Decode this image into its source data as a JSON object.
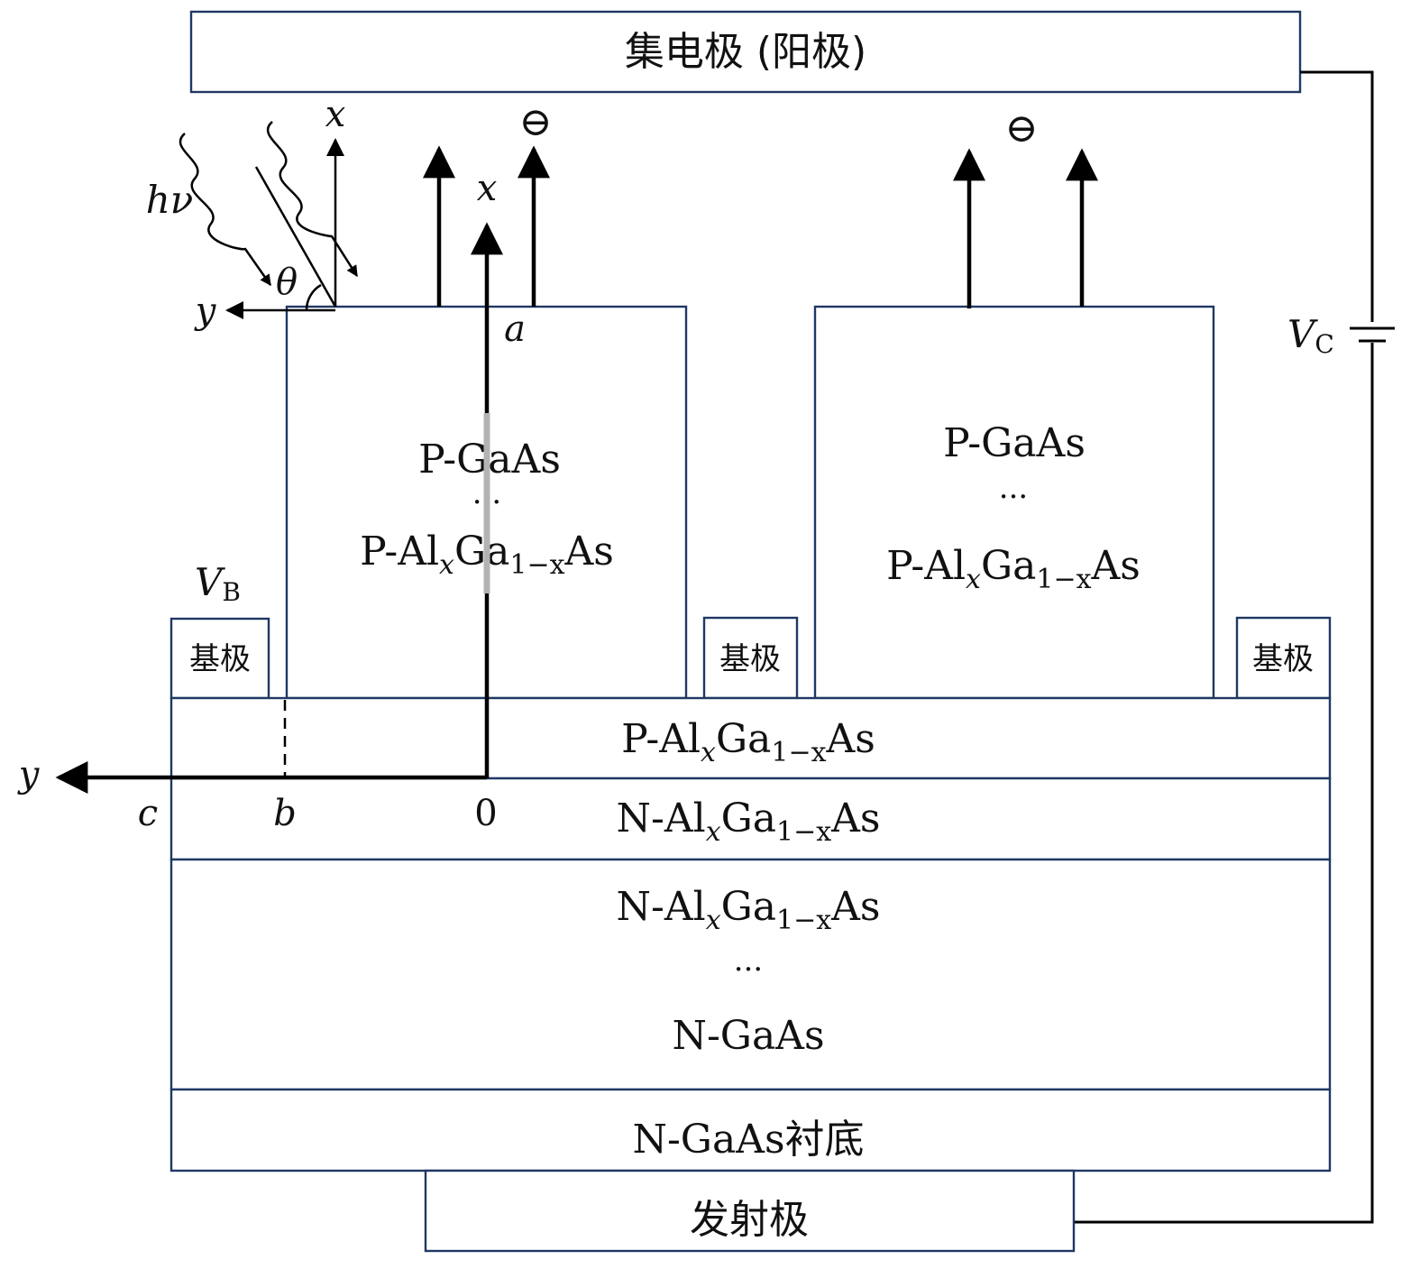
{
  "collector": {
    "label": "集电极 (阳极)"
  },
  "emitter": {
    "label": "发射极"
  },
  "base_contacts": {
    "label": "基极"
  },
  "voltages": {
    "vb": {
      "symbol": "V",
      "subscript": "B"
    },
    "vc": {
      "symbol": "V",
      "subscript": "C"
    }
  },
  "left_mesa": {
    "line1": "P-GaAs",
    "dots": "···",
    "line2": {
      "a": "P-Al",
      "b": "x",
      "c": "Ga",
      "d": "1−x",
      "e": "As"
    }
  },
  "right_mesa": {
    "line1": "P-GaAs",
    "dots": "···",
    "line2": {
      "a": "P-Al",
      "b": "x",
      "c": "Ga",
      "d": "1−x",
      "e": "As"
    }
  },
  "layers": {
    "p_algaas": {
      "a": "P-Al",
      "b": "x",
      "c": "Ga",
      "d": "1−x",
      "e": "As"
    },
    "n_algaas": {
      "a": "N-Al",
      "b": "x",
      "c": "Ga",
      "d": "1−x",
      "e": "As"
    },
    "n_graded": {
      "line1": {
        "a": "N-Al",
        "b": "x",
        "c": "Ga",
        "d": "1−x",
        "e": "As"
      },
      "dots": "···",
      "line2": "N-GaAs"
    },
    "substrate": "N-GaAs衬底"
  },
  "labels": {
    "h_nu": "hν",
    "theta": "θ",
    "x": "x",
    "y": "y",
    "a": "a",
    "b": "b",
    "c": "c",
    "zero": "0",
    "electron": "⊖"
  },
  "colors": {
    "box_stroke": "#1f3864",
    "ink": "#000000",
    "highlight": "#b3b3b3"
  }
}
